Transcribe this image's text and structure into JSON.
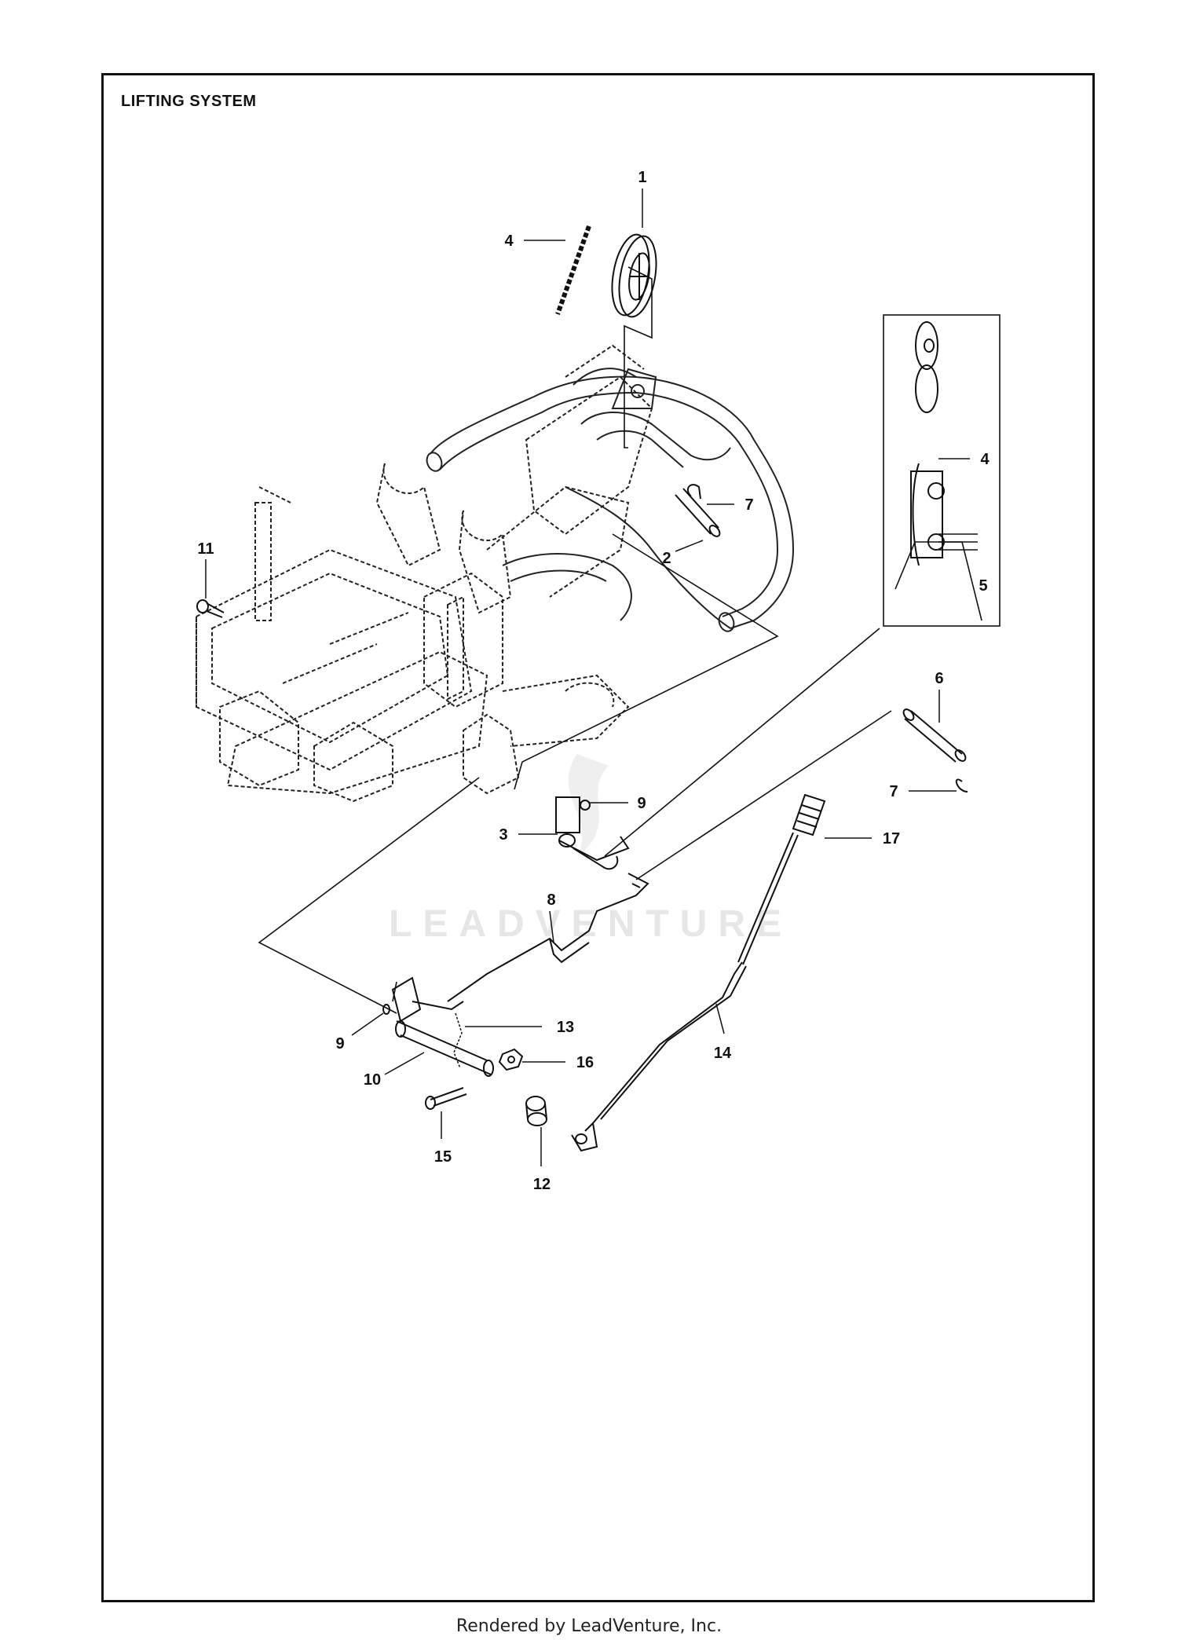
{
  "title": "LIFTING SYSTEM",
  "footer": "Rendered by LeadVenture, Inc.",
  "watermark": "LEADVENTURE",
  "callouts": [
    {
      "id": "c1",
      "label": "1"
    },
    {
      "id": "c2",
      "label": "2"
    },
    {
      "id": "c3",
      "label": "3"
    },
    {
      "id": "c4a",
      "label": "4"
    },
    {
      "id": "c4b",
      "label": "4"
    },
    {
      "id": "c5",
      "label": "5"
    },
    {
      "id": "c6",
      "label": "6"
    },
    {
      "id": "c7a",
      "label": "7"
    },
    {
      "id": "c7b",
      "label": "7"
    },
    {
      "id": "c8",
      "label": "8"
    },
    {
      "id": "c9a",
      "label": "9"
    },
    {
      "id": "c9b",
      "label": "9"
    },
    {
      "id": "c10",
      "label": "10"
    },
    {
      "id": "c11",
      "label": "11"
    },
    {
      "id": "c12",
      "label": "12"
    },
    {
      "id": "c13",
      "label": "13"
    },
    {
      "id": "c14",
      "label": "14"
    },
    {
      "id": "c15",
      "label": "15"
    },
    {
      "id": "c16",
      "label": "16"
    },
    {
      "id": "c17",
      "label": "17"
    }
  ]
}
